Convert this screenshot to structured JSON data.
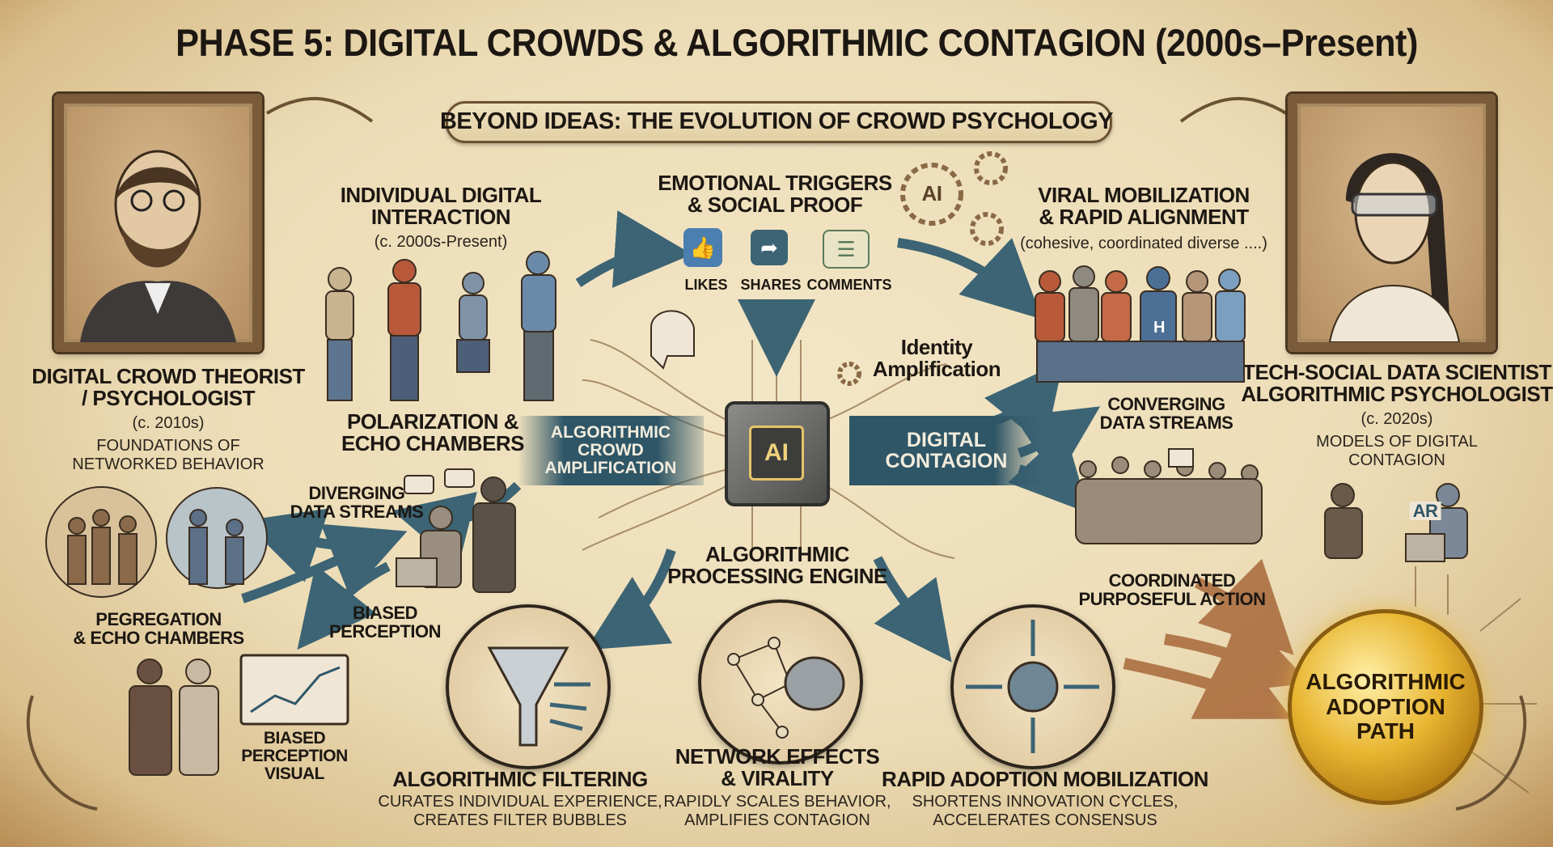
{
  "title": "PHASE 5: DIGITAL CROWDS & ALGORITHMIC CONTAGION (2000s–Present)",
  "banner": "BEYOND IDEAS: THE EVOLUTION OF CROWD PSYCHOLOGY",
  "left_figure": {
    "title_line1": "DIGITAL CROWD THEORIST",
    "title_line2": "/ PSYCHOLOGIST",
    "date": "(c. 2010s)",
    "desc_line1": "FOUNDATIONS OF",
    "desc_line2": "NETWORKED BEHAVIOR"
  },
  "right_figure": {
    "title_line1": "TECH-SOCIAL DATA SCIENTIST",
    "title_line2": "ALGORITHMIC PSYCHOLOGIST",
    "date": "(c. 2020s)",
    "desc_line1": "MODELS OF DIGITAL",
    "desc_line2": "CONTAGION"
  },
  "individual": {
    "line1": "INDIVIDUAL DIGITAL",
    "line2": "INTERACTION",
    "date": "(c. 2000s-Present)"
  },
  "emotional": {
    "line1": "EMOTIONAL TRIGGERS",
    "line2": "& SOCIAL PROOF",
    "icons": [
      {
        "label": "LIKES",
        "icon": "thumbs-up-icon",
        "glyph": "👍"
      },
      {
        "label": "SHARES",
        "icon": "share-icon",
        "glyph": "➦"
      },
      {
        "label": "COMMENTS",
        "icon": "comment-icon",
        "glyph": "☰"
      }
    ],
    "gear_text": "AI"
  },
  "viral": {
    "line1": "VIRAL MOBILIZATION",
    "line2": "& RAPID ALIGNMENT",
    "sub": "(cohesive, coordinated diverse ....)",
    "shirt_text": "H"
  },
  "identity": {
    "line1": "Identity",
    "line2": "Amplification"
  },
  "chip_label": "AI",
  "amplification": {
    "line1": "ALGORITHMIC",
    "line2": "CROWD",
    "line3": "AMPLIFICATION"
  },
  "contagion": {
    "line1": "DIGITAL",
    "line2": "CONTAGION"
  },
  "polarization": {
    "line1": "POLARIZATION &",
    "line2": "ECHO CHAMBERS"
  },
  "converging": {
    "line1": "CONVERGING",
    "line2": "DATA STREAMS"
  },
  "diverging": {
    "line1": "DIVERGING",
    "line2": "DATA STREAMS"
  },
  "engine": {
    "line1": "ALGORITHMIC",
    "line2": "PROCESSING ENGINE"
  },
  "pegregation": {
    "line1": "PEGREGATION",
    "line2": "& ECHO CHAMBERS"
  },
  "biased": {
    "line1": "BIASED",
    "line2": "PERCEPTION"
  },
  "coordinated": {
    "line1": "COORDINATED",
    "line2": "PURPOSEFUL ACTION"
  },
  "biased_visual": {
    "line1": "BIASED",
    "line2": "PERCEPTION",
    "line3": "VISUAL"
  },
  "analyst_screen": "AR",
  "bottom": [
    {
      "title_line1": "",
      "title_line2": "ALGORITHMIC FILTERING",
      "desc_line1": "CURATES INDIVIDUAL EXPERIENCE,",
      "desc_line2": "CREATES FILTER BUBBLES"
    },
    {
      "title_line1": "NETWORK EFFECTS",
      "title_line2": "& VIRALITY",
      "desc_line1": "RAPIDLY SCALES BEHAVIOR,",
      "desc_line2": "AMPLIFIES CONTAGION"
    },
    {
      "title_line1": "",
      "title_line2": "RAPID ADOPTION MOBILIZATION",
      "desc_line1": "SHORTENS INNOVATION CYCLES,",
      "desc_line2": "ACCELERATES CONSENSUS"
    }
  ],
  "coin": {
    "line1": "ALGORITHMIC",
    "line2": "ADOPTION",
    "line3": "PATH"
  },
  "colors": {
    "teal": "#2f5667",
    "gold": "#e8b530",
    "parchment": "#ecdcb6",
    "ink": "#1c1712",
    "copper": "#a8683a"
  }
}
